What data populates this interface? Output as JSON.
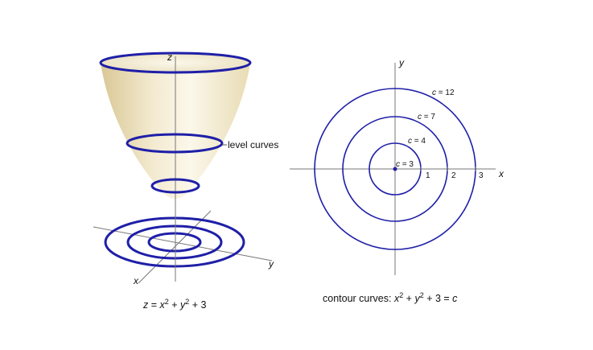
{
  "left_panel": {
    "axis_labels": {
      "z": "z",
      "x": "x",
      "y": "y"
    },
    "annotation": "level curves",
    "caption": {
      "prefix": "z",
      "eq_plus": " = ",
      "x": "x",
      "sup_x": "2",
      "plus1": " + ",
      "y": "y",
      "sup_y": "2",
      "const": " + 3"
    }
  },
  "right_panel": {
    "axis_labels": {
      "x": "x",
      "y": "y"
    },
    "ticks": [
      "1",
      "2",
      "3"
    ],
    "contour_labels": [
      {
        "c": "c",
        "eq": " = 3"
      },
      {
        "c": "c",
        "eq": " = 4"
      },
      {
        "c": "c",
        "eq": " = 7"
      },
      {
        "c": "c",
        "eq": " = 12"
      }
    ],
    "caption": {
      "prefix": "contour curves: ",
      "x": "x",
      "sup_x": "2",
      "plus1": " + ",
      "y": "y",
      "sup_y": "2",
      "rest": " + 3  = ",
      "c": "c"
    }
  },
  "colors": {
    "curve": "#1f1fa8",
    "axis": "#777777",
    "surface_light": "#fbf6e4",
    "surface_dark": "#d8c79a"
  }
}
